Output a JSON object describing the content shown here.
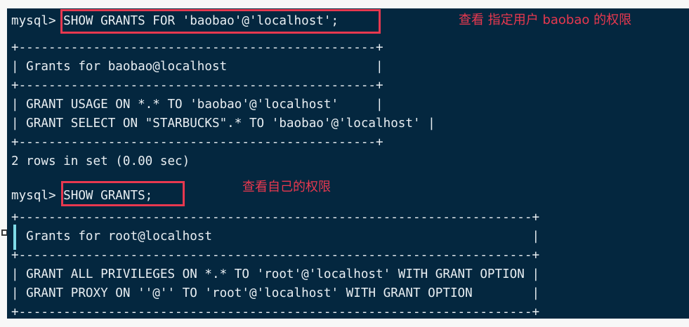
{
  "terminal": {
    "background_color": "#04273f",
    "foreground_color": "#e8eef2",
    "caret_color": "#7fdbe8",
    "prompt": "mysql>",
    "lines": [
      {
        "id": "cmd1",
        "text": "mysql> SHOW GRANTS FOR 'baobao'@'localhost';"
      },
      {
        "id": "sep1",
        "text": "+------------------------------------------------+"
      },
      {
        "id": "header1",
        "text": "| Grants for baobao@localhost                    |"
      },
      {
        "id": "sep2",
        "text": "+------------------------------------------------+"
      },
      {
        "id": "row1",
        "text": "| GRANT USAGE ON *.* TO 'baobao'@'localhost'     |"
      },
      {
        "id": "row2",
        "text": "| GRANT SELECT ON \"STARBUCKS\".* TO 'baobao'@'localhost' |"
      },
      {
        "id": "sep3",
        "text": "+------------------------------------------------+"
      },
      {
        "id": "result1",
        "text": "2 rows in set (0.00 sec)"
      },
      {
        "id": "blank1",
        "text": ""
      },
      {
        "id": "cmd2",
        "text": "mysql> SHOW GRANTS;"
      },
      {
        "id": "sep4",
        "text": "+---------------------------------------------------------------------+"
      },
      {
        "id": "header2",
        "text": "| Grants for root@localhost                                           |"
      },
      {
        "id": "sep5",
        "text": "+---------------------------------------------------------------------+"
      },
      {
        "id": "row3",
        "text": "| GRANT ALL PRIVILEGES ON *.* TO 'root'@'localhost' WITH GRANT OPTION |"
      },
      {
        "id": "row4",
        "text": "| GRANT PROXY ON ''@'' TO 'root'@'localhost' WITH GRANT OPTION        |"
      },
      {
        "id": "sep6",
        "text": "+---------------------------------------------------------------------+"
      }
    ]
  },
  "annotations": {
    "color": "#e8384f",
    "labels": [
      {
        "id": "note-baobao",
        "text": "查看 指定用户 baobao 的权限"
      },
      {
        "id": "note-self",
        "text": "查看自己的权限"
      }
    ],
    "boxes": [
      {
        "id": "box-cmd1",
        "target": "SHOW GRANTS FOR 'baobao'@'localhost';"
      },
      {
        "id": "box-cmd2",
        "target": "SHOW GRANTS;"
      }
    ]
  }
}
